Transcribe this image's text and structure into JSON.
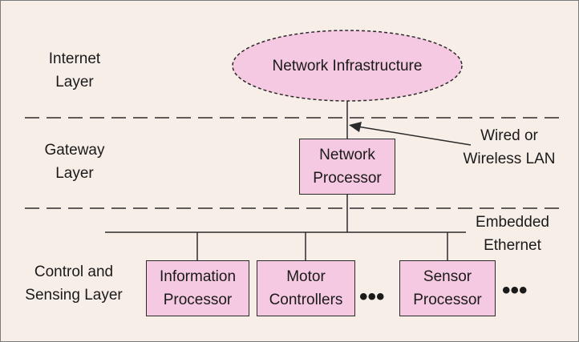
{
  "layers": {
    "internet": "Internet\nLayer",
    "gateway": "Gateway\nLayer",
    "control": "Control and\nSensing Layer"
  },
  "nodes": {
    "network_infrastructure": "Network Infrastructure",
    "network_processor": "Network\nProcessor",
    "information_processor": "Information\nProcessor",
    "motor_controllers": "Motor\nControllers",
    "sensor_processor": "Sensor\nProcessor"
  },
  "annotations": {
    "lan": "Wired or\nWireless LAN",
    "ethernet": "Embedded\nEthernet",
    "ellipsis": "•••"
  },
  "colors": {
    "node_fill": "#f6c9e2",
    "background": "#f8eee8",
    "line": "#2a2a2a"
  }
}
